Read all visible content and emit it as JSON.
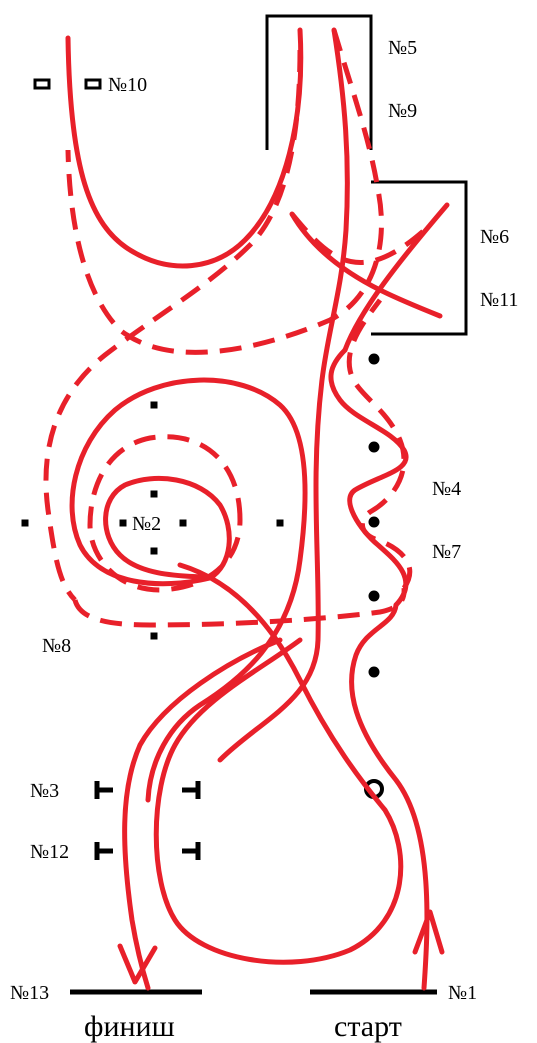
{
  "colors": {
    "route": "#e8202a",
    "ink": "#000000"
  },
  "labels": {
    "n1": "№1",
    "n2": "№2",
    "n3": "№3",
    "n4": "№4",
    "n5": "№5",
    "n6": "№6",
    "n7": "№7",
    "n8": "№8",
    "n9": "№9",
    "n10": "№10",
    "n11": "№11",
    "n12": "№12",
    "n13": "№13"
  },
  "start_label": "старт",
  "finish_label": "финиш"
}
